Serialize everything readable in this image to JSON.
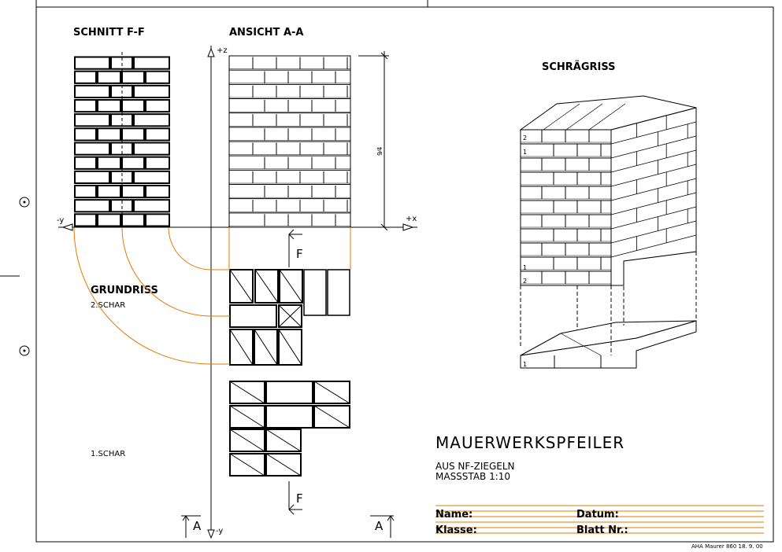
{
  "labels": {
    "schnitt": "SCHNITT  F-F",
    "ansicht": "ANSICHT  A-A",
    "schraegriss": "SCHRÄGRISS",
    "grundriss": "GRUNDRISS",
    "schar2": "2.SCHAR",
    "schar1": "1.SCHAR",
    "axis_plus_z": "+z",
    "axis_plus_x": "+x",
    "axis_minus_y_left": "-y",
    "axis_minus_y_bottom": "-y",
    "dimension": "9⁄4",
    "section_mark_f": "F",
    "section_mark_a": "A",
    "course_1": "1",
    "course_2": "2"
  },
  "title_block": {
    "title": "MAUERWERKSPFEILER",
    "line1": "AUS  NF-ZIEGELN",
    "line2": "MASSSTAB   1:10",
    "name_label": "Name:",
    "datum_label": "Datum:",
    "klasse_label": "Klasse:",
    "blatt_label": "Blatt  Nr.:"
  },
  "footer": "AHA Maurer 860 18. 9. 00",
  "colors": {
    "line": "#000000",
    "construction": "#e07b00",
    "background": "#ffffff"
  }
}
